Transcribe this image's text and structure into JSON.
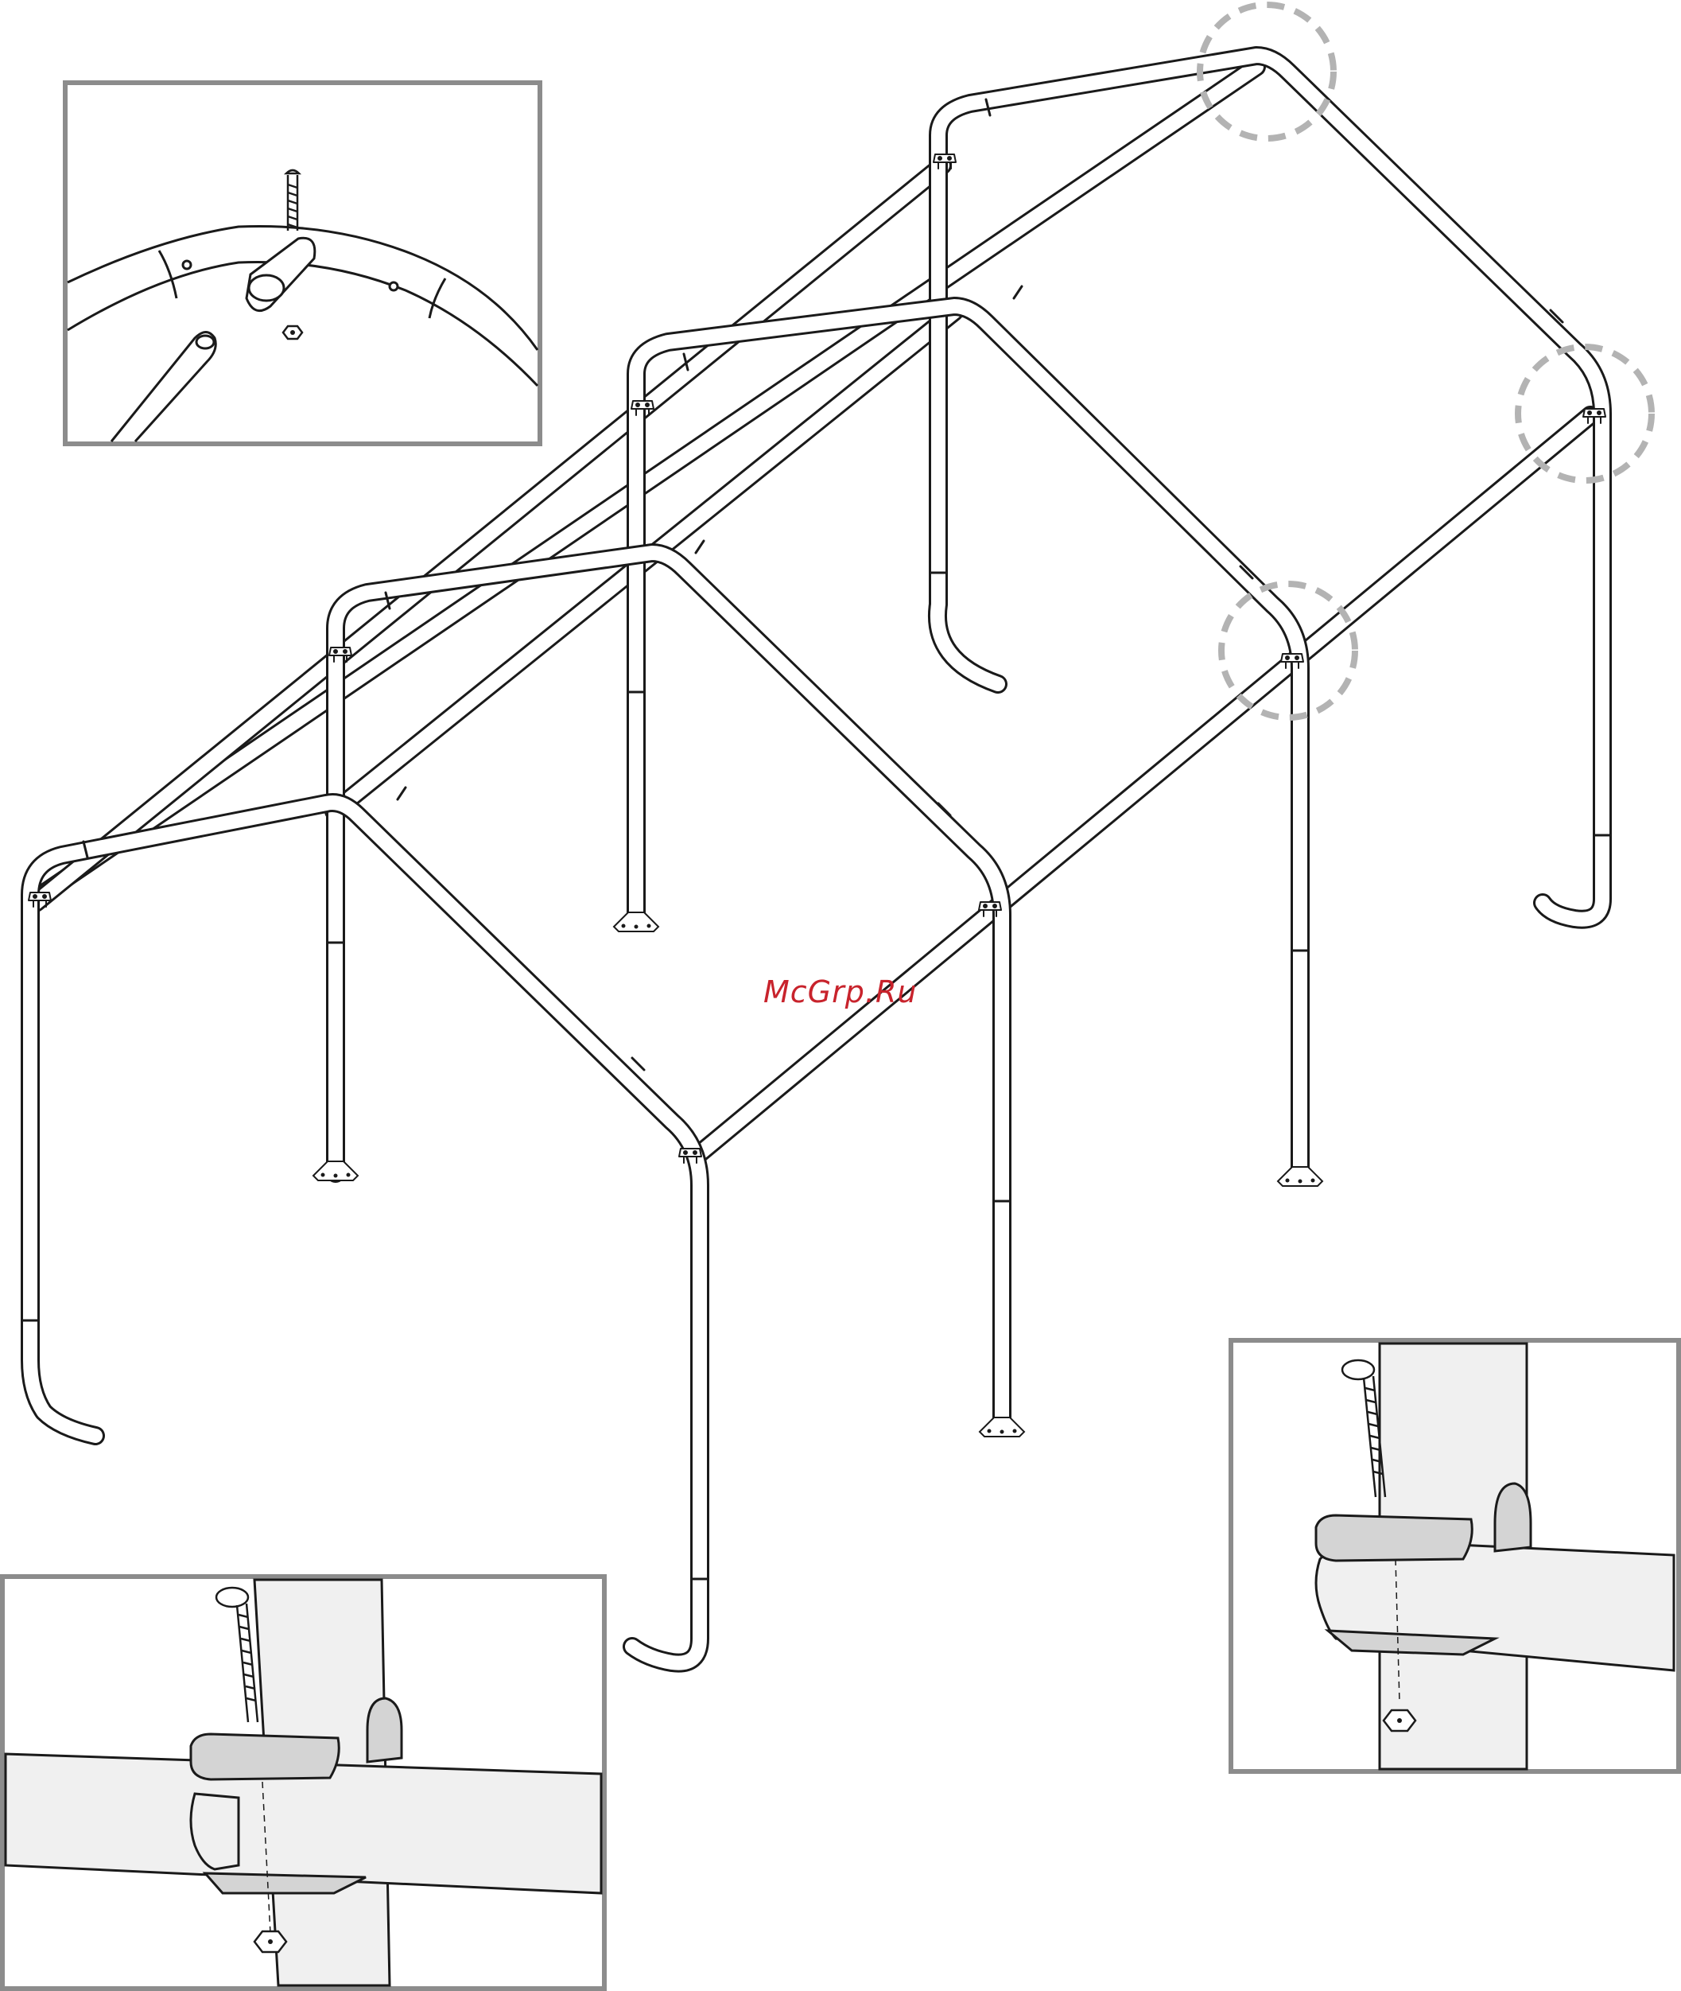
{
  "watermark": {
    "text": "McGrp.Ru",
    "color": "#c8232c"
  },
  "colors": {
    "frame_stroke": "#1a1a1a",
    "inset_border": "#8c8c8c",
    "callout_circle": "#b3b3b3",
    "part_fill": "#f0f0f0",
    "bracket_fill": "#d4d4d4"
  },
  "parts": {
    "frame": "canopy-frame",
    "bolt": "carriage-bolt",
    "nut": "hex-nut",
    "bracket": "clamp-bracket",
    "foot": "foot-plate"
  }
}
